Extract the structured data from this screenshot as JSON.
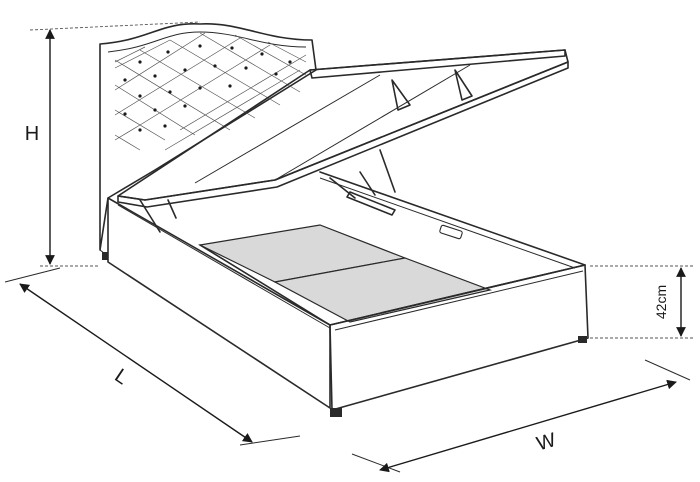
{
  "dimensions": {
    "height_label": "H",
    "length_label": "L",
    "width_label": "W",
    "storage_height_label": "42cm"
  },
  "colors": {
    "line": "#2a2a2a",
    "panel_fill": "#d9d9d9",
    "slat_fill": "#f2f2f2",
    "background": "#ffffff"
  }
}
